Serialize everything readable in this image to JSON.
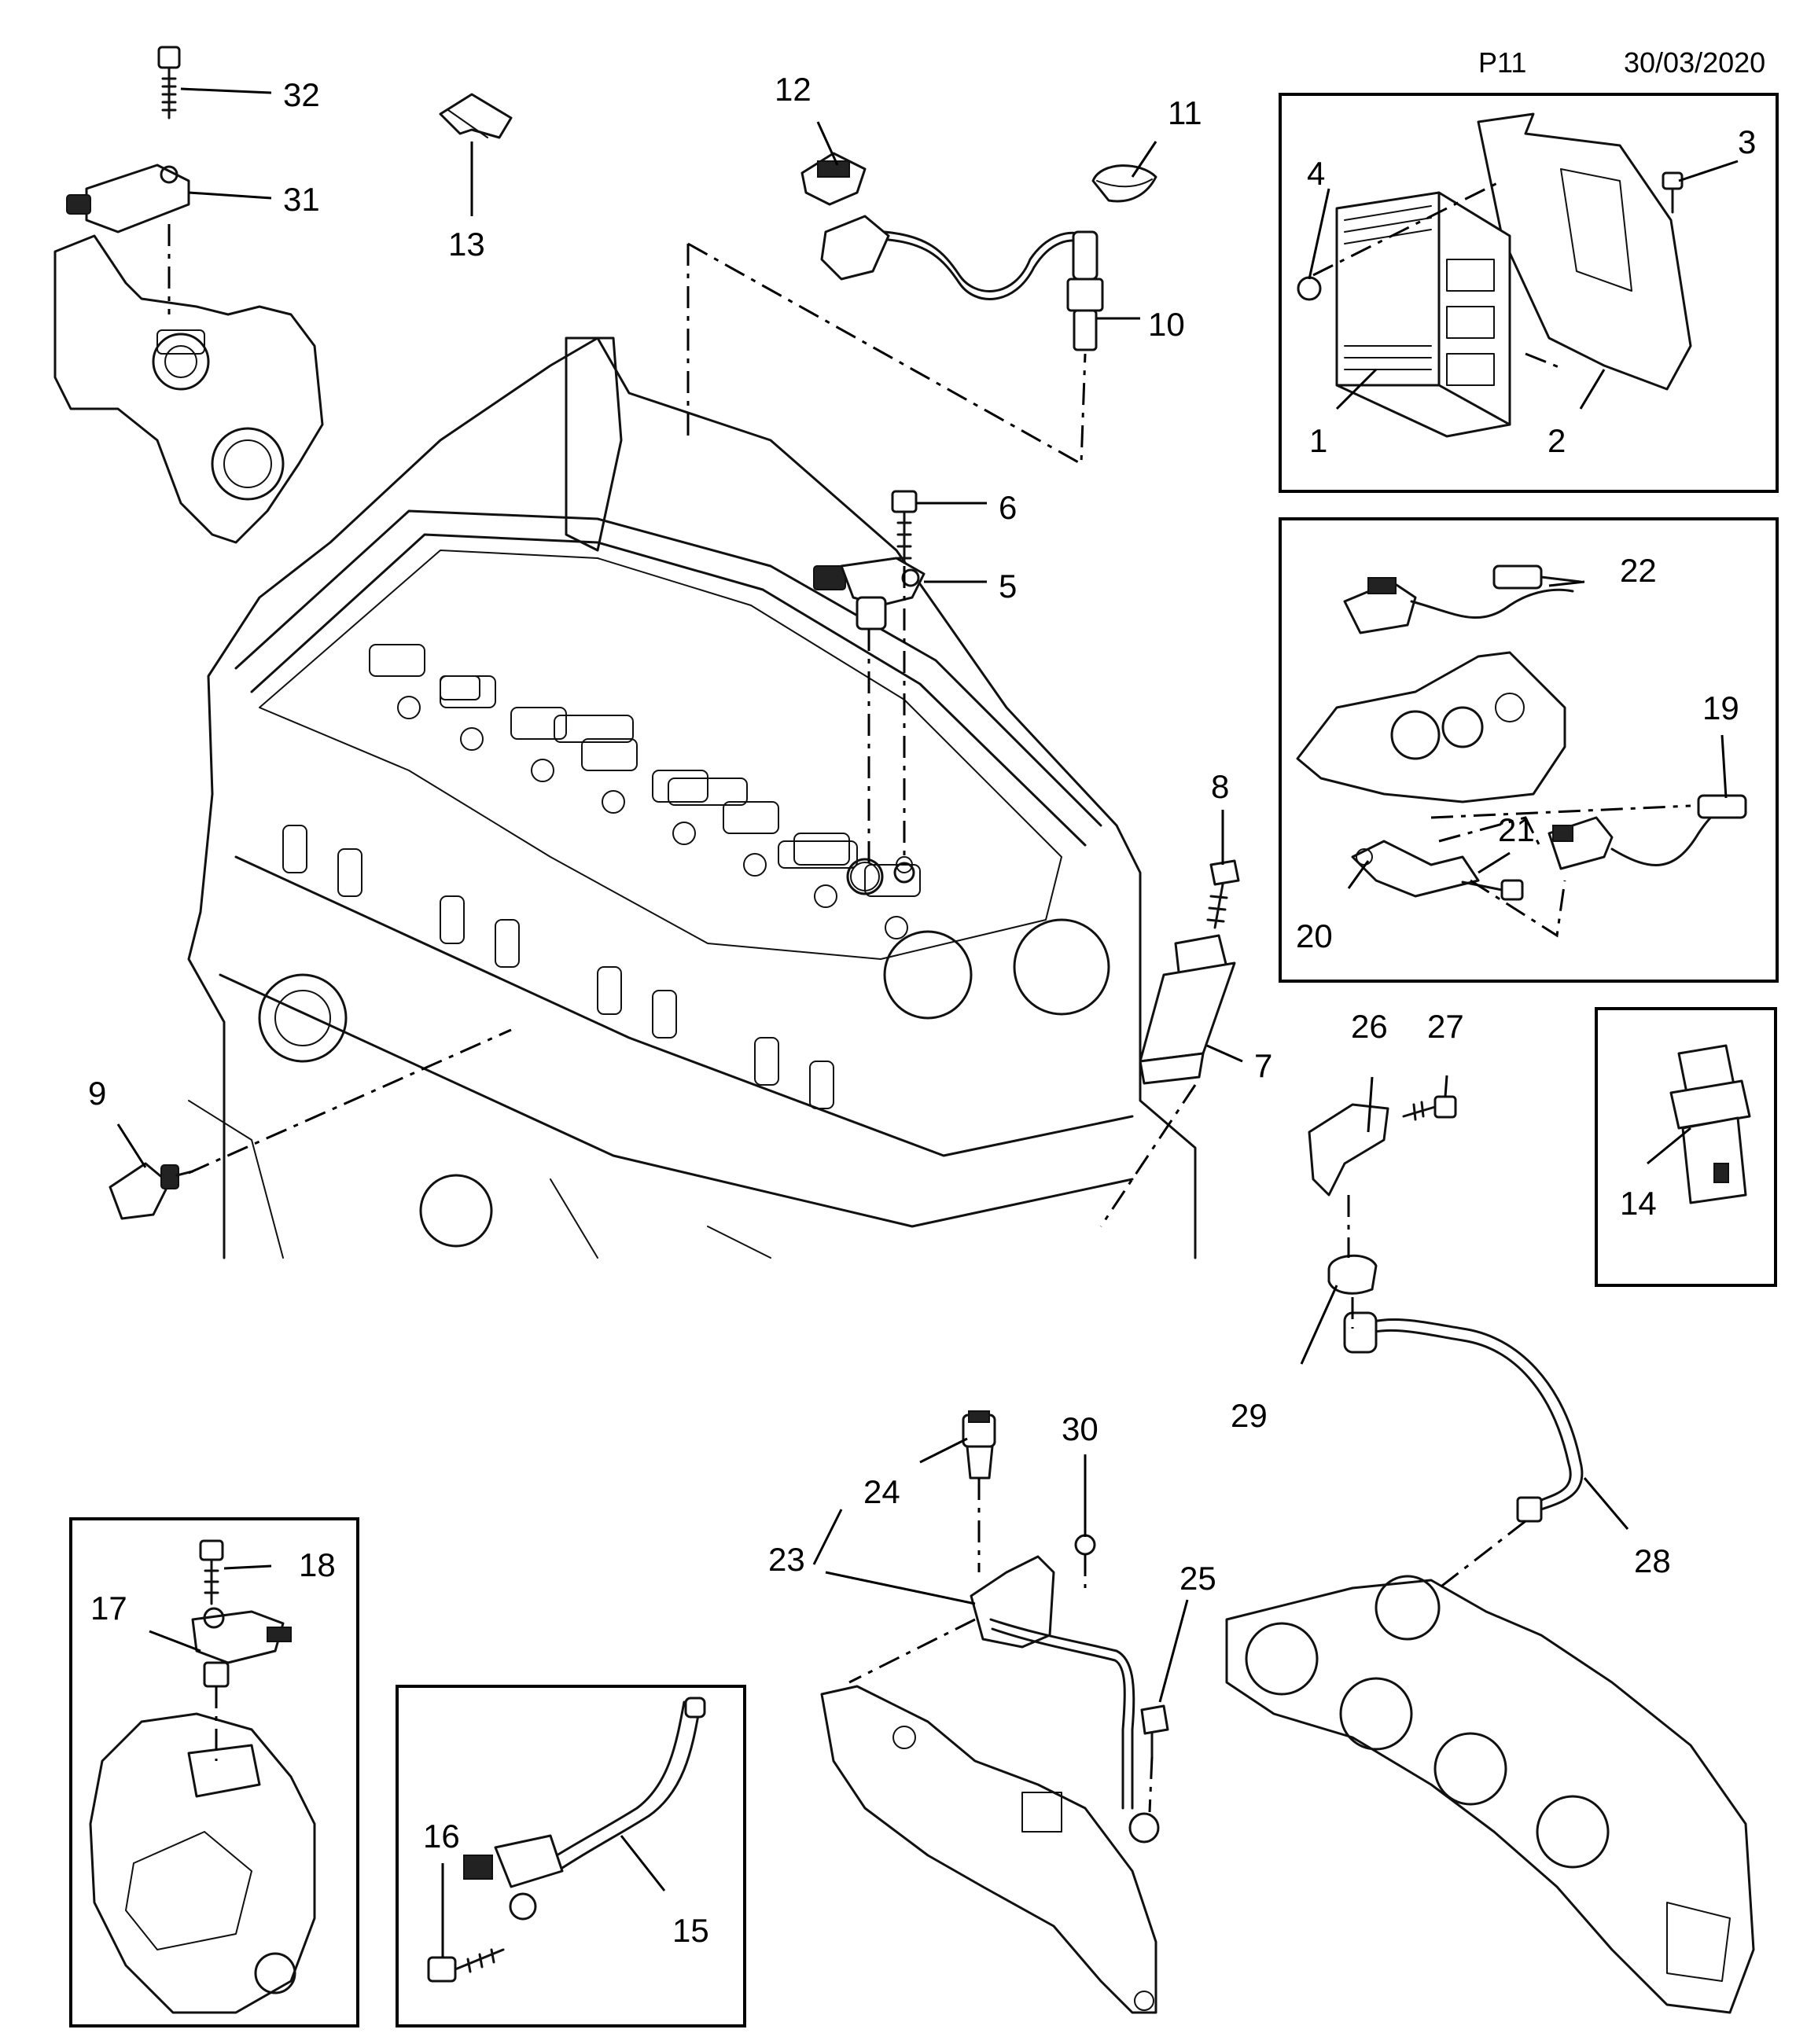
{
  "header": {
    "page_code": "P11",
    "date": "30/03/2020"
  },
  "callouts": [
    {
      "id": "1",
      "label": "1"
    },
    {
      "id": "2",
      "label": "2"
    },
    {
      "id": "3",
      "label": "3"
    },
    {
      "id": "4",
      "label": "4"
    },
    {
      "id": "5",
      "label": "5"
    },
    {
      "id": "6",
      "label": "6"
    },
    {
      "id": "7",
      "label": "7"
    },
    {
      "id": "8",
      "label": "8"
    },
    {
      "id": "9",
      "label": "9"
    },
    {
      "id": "10",
      "label": "10"
    },
    {
      "id": "11",
      "label": "11"
    },
    {
      "id": "12",
      "label": "12"
    },
    {
      "id": "13",
      "label": "13"
    },
    {
      "id": "14",
      "label": "14"
    },
    {
      "id": "15",
      "label": "15"
    },
    {
      "id": "16",
      "label": "16"
    },
    {
      "id": "17",
      "label": "17"
    },
    {
      "id": "18",
      "label": "18"
    },
    {
      "id": "19",
      "label": "19"
    },
    {
      "id": "20",
      "label": "20"
    },
    {
      "id": "21",
      "label": "21"
    },
    {
      "id": "22",
      "label": "22"
    },
    {
      "id": "23",
      "label": "23"
    },
    {
      "id": "24",
      "label": "24"
    },
    {
      "id": "25",
      "label": "25"
    },
    {
      "id": "26",
      "label": "26"
    },
    {
      "id": "27",
      "label": "27"
    },
    {
      "id": "28",
      "label": "28"
    },
    {
      "id": "29",
      "label": "29"
    },
    {
      "id": "30",
      "label": "30"
    },
    {
      "id": "31",
      "label": "31"
    },
    {
      "id": "32",
      "label": "32"
    }
  ]
}
